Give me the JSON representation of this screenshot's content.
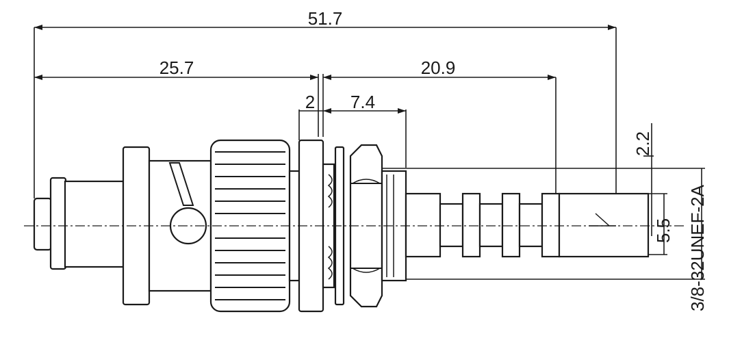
{
  "dimensions": {
    "overall_length": "51.7",
    "rear_length": "25.7",
    "front_length": "20.9",
    "panel_thickness": "2",
    "mount_length": "7.4",
    "tip_length": "2.2",
    "tip_diameter": "5.5",
    "thread_spec": "3/8-32UNEF-2A"
  },
  "colors": {
    "line": "#1a1a1a",
    "background": "#ffffff"
  }
}
